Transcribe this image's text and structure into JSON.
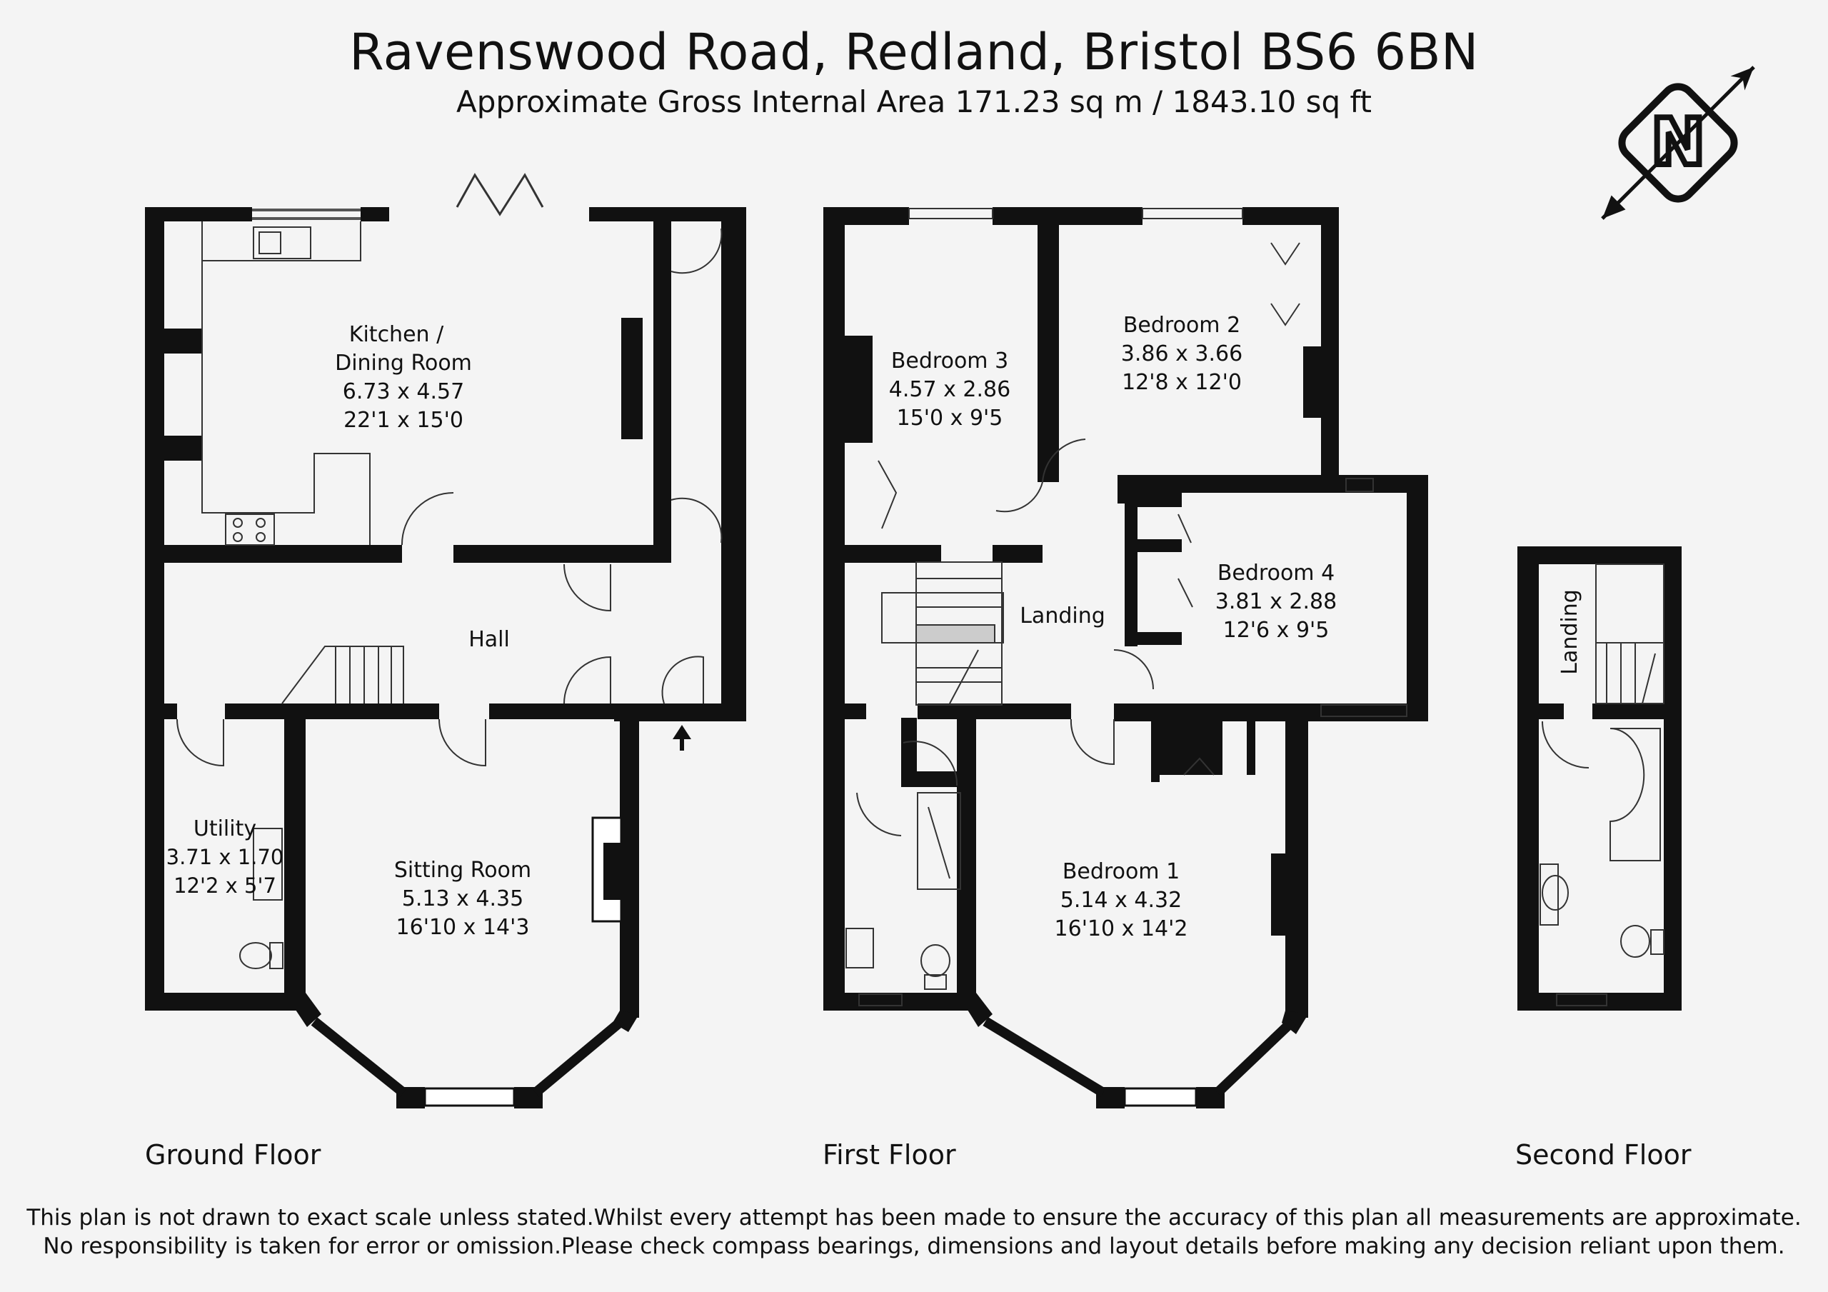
{
  "header": {
    "title": "Ravenswood Road, Redland, Bristol BS6 6BN",
    "subtitle": "Approximate Gross Internal Area 171.23 sq m / 1843.10 sq ft"
  },
  "compass": {
    "letter": "N",
    "icon": "north-compass-icon"
  },
  "floors": [
    {
      "label": "Ground Floor"
    },
    {
      "label": "First Floor"
    },
    {
      "label": "Second Floor"
    }
  ],
  "rooms": {
    "kitchen": {
      "name_line1": "Kitchen /",
      "name_line2": "Dining Room",
      "metric": "6.73 x 4.57",
      "imperial": "22'1 x 15'0"
    },
    "hall": {
      "name": "Hall"
    },
    "utility": {
      "name": "Utility",
      "metric": "3.71 x 1.70",
      "imperial": "12'2 x 5'7"
    },
    "sitting": {
      "name": "Sitting Room",
      "metric": "5.13 x 4.35",
      "imperial": "16'10 x 14'3"
    },
    "bedroom3": {
      "name": "Bedroom 3",
      "metric": "4.57 x 2.86",
      "imperial": "15'0 x 9'5"
    },
    "bedroom2": {
      "name": "Bedroom 2",
      "metric": "3.86 x 3.66",
      "imperial": "12'8 x 12'0"
    },
    "bedroom4": {
      "name": "Bedroom 4",
      "metric": "3.81 x 2.88",
      "imperial": "12'6 x 9'5"
    },
    "landing1": {
      "name": "Landing"
    },
    "bedroom1": {
      "name": "Bedroom 1",
      "metric": "5.14 x 4.32",
      "imperial": "16'10 x 14'2"
    },
    "landing2": {
      "name": "Landing"
    }
  },
  "disclaimer": {
    "line1": "This plan is not drawn to exact scale unless stated.Whilst every attempt has been made to ensure the accuracy of this plan all measurements are approximate.",
    "line2": "No responsibility is taken for error or omission.Please check compass bearings, dimensions and layout details before making any decision reliant upon them."
  }
}
